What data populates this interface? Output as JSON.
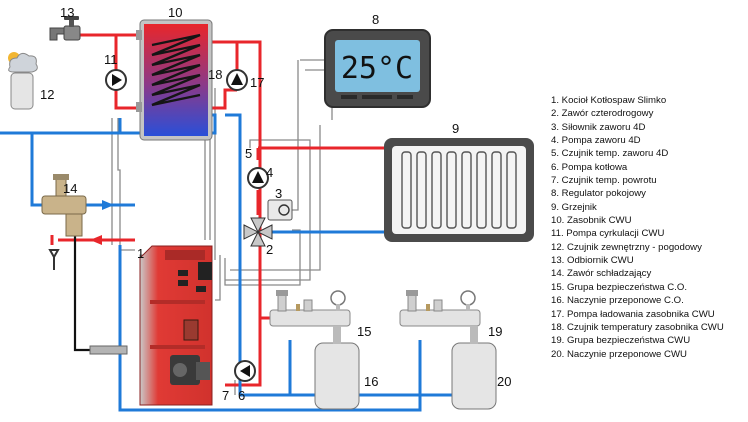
{
  "thermostat": {
    "display": "25°C"
  },
  "labels": [
    "1",
    "2",
    "3",
    "4",
    "5",
    "6",
    "7",
    "8",
    "9",
    "10",
    "11",
    "12",
    "13",
    "14",
    "15",
    "16",
    "17",
    "18",
    "19",
    "20"
  ],
  "legend": [
    "1. Kocioł Kotłospaw Slimko",
    "2. Zawór czterodrogowy",
    "3. Siłownik zaworu 4D",
    "4. Pompa zaworu 4D",
    "5. Czujnik temp. zaworu 4D",
    "6. Pompa kotłowa",
    "7. Czujnik temp. powrotu",
    "8. Regulator pokojowy",
    "9. Grzejnik",
    "10. Zasobnik CWU",
    "11. Pompa cyrkulacji CWU",
    "12. Czujnik zewnętrzny - pogodowy",
    "13. Odbiornik CWU",
    "14. Zawór schładzający",
    "15. Grupa bezpieczeństwa C.O.",
    "16. Naczynie przeponowe C.O.",
    "17. Pompa ładowania zasobnika CWU",
    "18. Czujnik temperatury zasobnika CWU",
    "19. Grupa bezpieczeństwa CWU",
    "20. Naczynie przeponowe CWU"
  ],
  "colors": {
    "supply": "#e8262b",
    "return": "#1f7ad8",
    "boiler": "#e03a35",
    "screen": "#7fbfe0"
  }
}
